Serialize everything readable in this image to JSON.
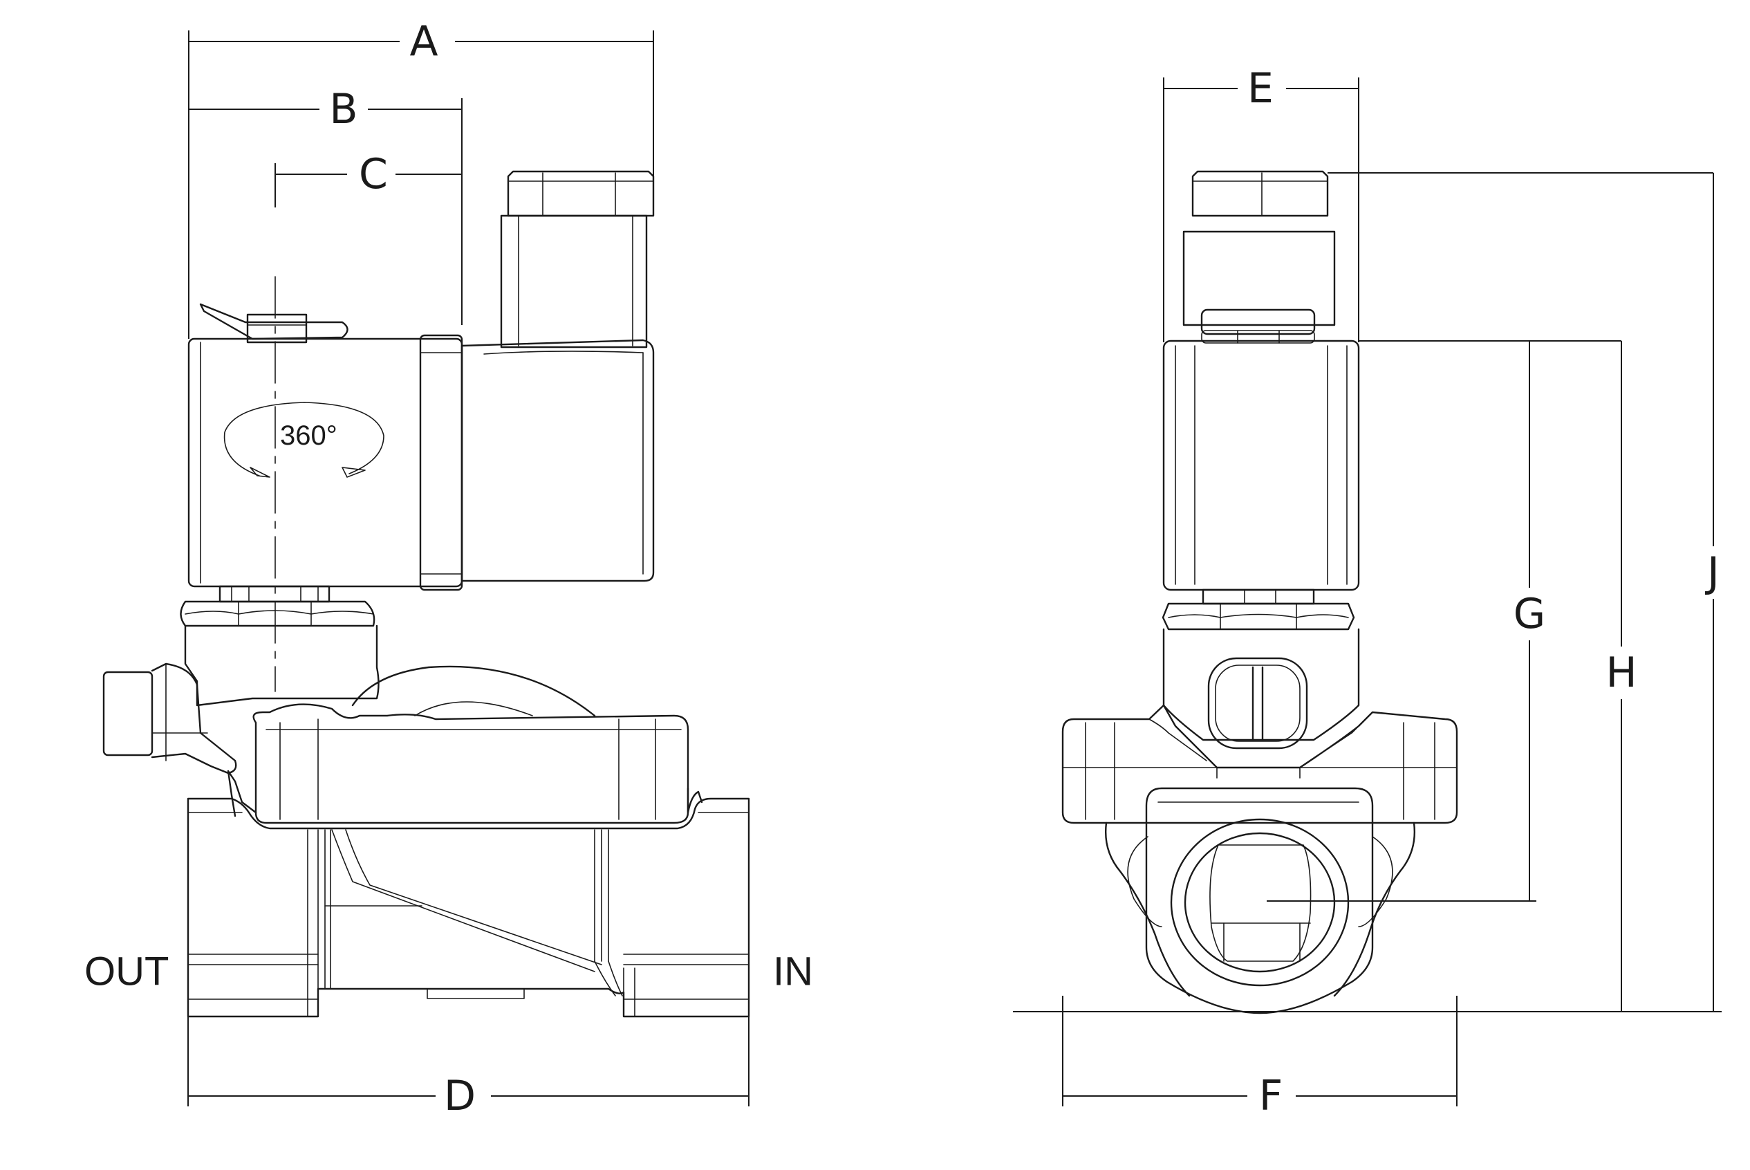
{
  "dimension_labels": {
    "A": "A",
    "B": "B",
    "C": "C",
    "D": "D",
    "E": "E",
    "F": "F",
    "G": "G",
    "H": "H",
    "J": "J"
  },
  "port_labels": {
    "outlet": "OUT",
    "inlet": "IN"
  },
  "rotation_annotation": "360°"
}
